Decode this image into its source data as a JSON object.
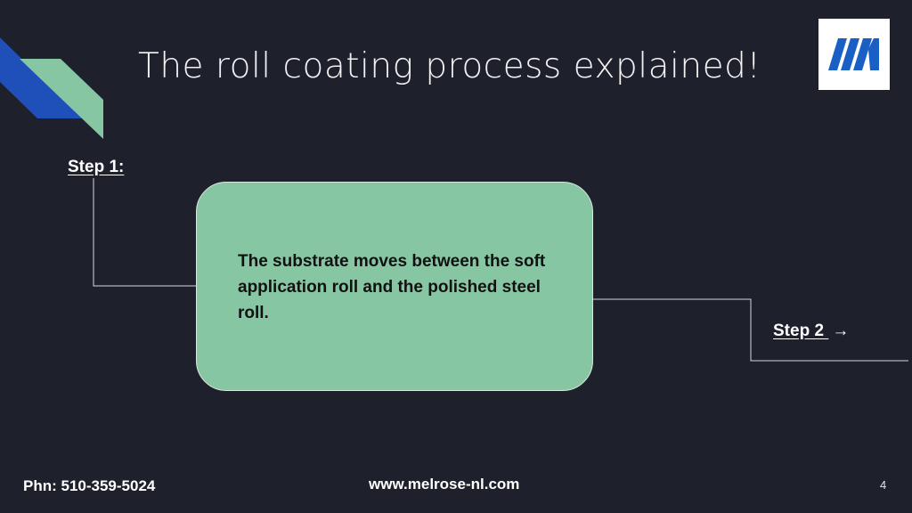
{
  "slide": {
    "title": "The roll coating process explained!",
    "page_number": "4"
  },
  "steps": {
    "step1_label": "Step 1:",
    "step1_text": "The substrate moves between the soft application roll and the polished steel roll.",
    "step2_label": "Step 2",
    "step2_arrow": "→"
  },
  "footer": {
    "phone": "Phn: 510-359-5024",
    "website": "www.melrose-nl.com"
  },
  "colors": {
    "background": "#1e202c",
    "box_fill": "#86c6a3",
    "deco_blue": "#1f4fb8",
    "deco_green": "#86c6a3",
    "logo_blue": "#1a5fc4"
  },
  "icons": {
    "logo": "melrose-logo-icon",
    "arrow": "arrow-right-icon"
  }
}
